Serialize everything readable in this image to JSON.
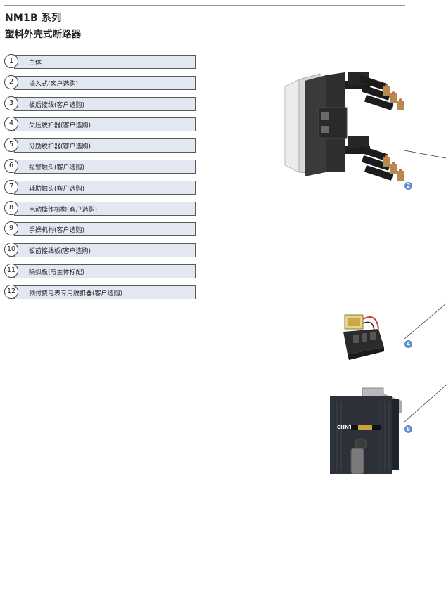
{
  "header": {
    "title_line1": "NM1B 系列",
    "title_line2": "塑料外壳式断路器"
  },
  "parts": [
    {
      "num": "1",
      "label": "主体"
    },
    {
      "num": "2",
      "label": "插入式(客户选购)"
    },
    {
      "num": "3",
      "label": "板后接线(客户选购)"
    },
    {
      "num": "4",
      "label": "欠压脱扣器(客户选购)"
    },
    {
      "num": "5",
      "label": "分励脱扣器(客户选购)"
    },
    {
      "num": "6",
      "label": "报警触头(客户选购)"
    },
    {
      "num": "7",
      "label": "辅助触头(客户选购)"
    },
    {
      "num": "8",
      "label": "电动操作机构(客户选购)"
    },
    {
      "num": "9",
      "label": "手操机构(客户选购)"
    },
    {
      "num": "10",
      "label": "板前接线板(客户选购)"
    },
    {
      "num": "11",
      "label": "隔弧板(与主体标配)"
    },
    {
      "num": "12",
      "label": "预付费电表专用脱扣器(客户选购)"
    }
  ],
  "callouts": {
    "plugin": "2",
    "undervoltage": "4",
    "motor_operator": "8"
  },
  "motor_operator_brand": "CHNT"
}
